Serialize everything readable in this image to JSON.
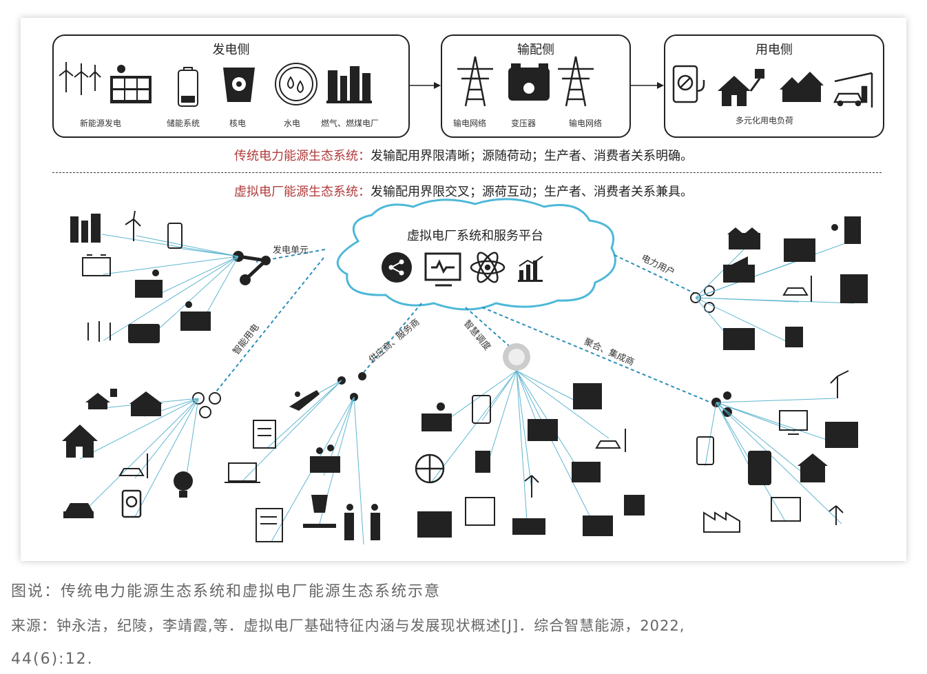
{
  "panels": {
    "generation": {
      "title": "发电侧",
      "items": [
        "新能源发电",
        "储能系统",
        "核电",
        "水电",
        "燃气、燃煤电厂"
      ]
    },
    "transmission": {
      "title": "输配侧",
      "items": [
        "输电网络",
        "变压器",
        "输电网络"
      ]
    },
    "consumption": {
      "title": "用电侧",
      "items": [
        "多元化用电负荷"
      ]
    }
  },
  "traditional": {
    "label": "传统电力能源生态系统：",
    "text": "发输配用界限清晰；源随荷动；生产者、消费者关系明确。"
  },
  "virtual": {
    "label": "虚拟电厂能源生态系统：",
    "text": "发输配用界限交叉；源荷互动；生产者、消费者关系兼具。"
  },
  "cloud": {
    "title": "虚拟电厂系统和服务平台"
  },
  "links": {
    "generation_unit": "发电单元",
    "power_user": "电力用户",
    "smart_use": "智能用电",
    "supply_storage": "供应商、服务商",
    "smart_dispatch": "智慧调度",
    "aggregate": "聚合、集成商"
  },
  "caption": {
    "figure": "图说：传统电力能源生态系统和虚拟电厂能源生态系统示意",
    "source_line1": "来源：钟永洁，纪陵，李靖霞,等．虚拟电厂基础特征内涵与发展现状概述[J]．综合智慧能源，2022,",
    "source_line2": "44(6):12."
  },
  "colors": {
    "accent_red": "#b23a3a",
    "link_blue": "#2a8fb8",
    "cloud_blue": "#4db8d8"
  }
}
